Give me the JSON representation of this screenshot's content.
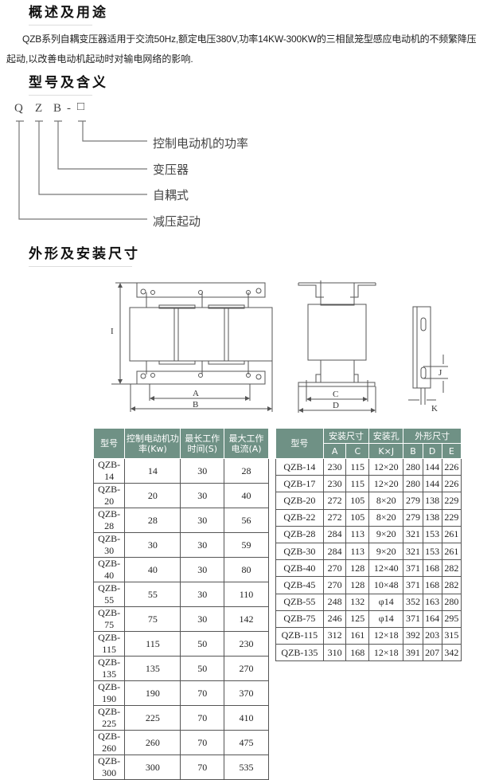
{
  "sections": {
    "overview": "概述及用途",
    "model": "型号及含义",
    "dimensions": "外形及安装尺寸"
  },
  "overview_text": {
    "line1": "QZB系列自耦变压器适用于交流50Hz,额定电压380V,功率14KW-300KW的三相鼠笼型感应电动机的不频繁降压",
    "line2": "起动,以改善电动机起动时对输电网络的影响."
  },
  "model_code": {
    "q": "Q",
    "z": "Z",
    "b": "B",
    "dash": "-",
    "box": "□",
    "labels": [
      "控制电动机的功率",
      "变压器",
      "自耦式",
      "减压起动"
    ]
  },
  "drawing_labels": {
    "a": "A",
    "b": "B",
    "c": "C",
    "d": "D",
    "i": "I",
    "j": "J",
    "k": "K"
  },
  "table1": {
    "headers": [
      "型号",
      "控制电动机功率(Kw)",
      "最长工作时间(S)",
      "最大工作电流(A)"
    ],
    "rows": [
      [
        "QZB-14",
        "14",
        "30",
        "28"
      ],
      [
        "QZB-20",
        "20",
        "30",
        "40"
      ],
      [
        "QZB-28",
        "28",
        "30",
        "56"
      ],
      [
        "QZB-30",
        "30",
        "30",
        "59"
      ],
      [
        "QZB-40",
        "40",
        "30",
        "80"
      ],
      [
        "QZB-55",
        "55",
        "30",
        "110"
      ],
      [
        "QZB-75",
        "75",
        "30",
        "142"
      ],
      [
        "QZB-115",
        "115",
        "50",
        "230"
      ],
      [
        "QZB-135",
        "135",
        "50",
        "270"
      ],
      [
        "QZB-190",
        "190",
        "70",
        "370"
      ],
      [
        "QZB-225",
        "225",
        "70",
        "410"
      ],
      [
        "QZB-260",
        "260",
        "70",
        "475"
      ],
      [
        "QZB-300",
        "300",
        "70",
        "535"
      ]
    ]
  },
  "table2": {
    "group_headers": [
      "型号",
      "安装尺寸",
      "安装孔",
      "外形尺寸"
    ],
    "sub_headers": [
      "A",
      "C",
      "K×J",
      "B",
      "D",
      "E"
    ],
    "rows": [
      [
        "QZB-14",
        "230",
        "115",
        "12×20",
        "280",
        "144",
        "226"
      ],
      [
        "QZB-17",
        "230",
        "115",
        "12×20",
        "280",
        "144",
        "226"
      ],
      [
        "QZB-20",
        "272",
        "105",
        "8×20",
        "279",
        "138",
        "229"
      ],
      [
        "QZB-22",
        "272",
        "105",
        "8×20",
        "279",
        "138",
        "229"
      ],
      [
        "QZB-28",
        "284",
        "113",
        "9×20",
        "321",
        "153",
        "261"
      ],
      [
        "QZB-30",
        "284",
        "113",
        "9×20",
        "321",
        "153",
        "261"
      ],
      [
        "QZB-40",
        "270",
        "128",
        "12×40",
        "371",
        "168",
        "282"
      ],
      [
        "QZB-45",
        "270",
        "128",
        "10×48",
        "371",
        "168",
        "282"
      ],
      [
        "QZB-55",
        "248",
        "132",
        "φ14",
        "352",
        "163",
        "280"
      ],
      [
        "QZB-75",
        "246",
        "125",
        "φ14",
        "371",
        "164",
        "295"
      ],
      [
        "QZB-115",
        "312",
        "161",
        "12×18",
        "392",
        "203",
        "315"
      ],
      [
        "QZB-135",
        "310",
        "168",
        "12×18",
        "391",
        "207",
        "342"
      ]
    ]
  }
}
